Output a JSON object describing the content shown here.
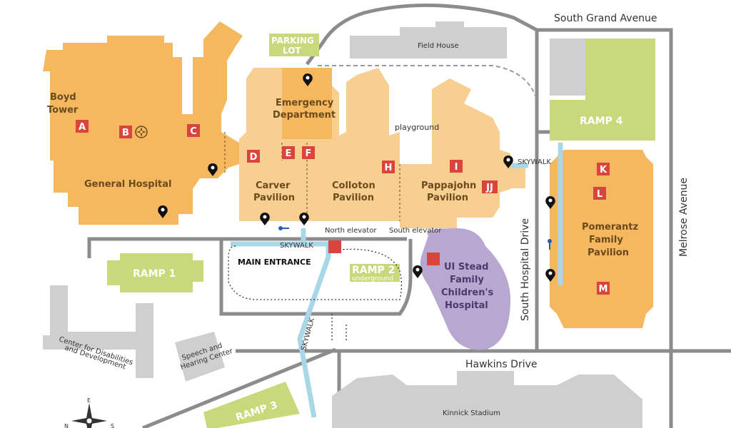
{
  "streets": {
    "south_grand_avenue": "South Grand Avenue",
    "melrose_avenue": "Melrose Avenue",
    "south_hospital_drive": "South Hospital Drive",
    "hawkins_drive": "Hawkins Drive"
  },
  "buildings": {
    "boyd_tower": [
      "Boyd",
      "Tower"
    ],
    "general_hospital": "General Hospital",
    "emergency_department": [
      "Emergency",
      "Department"
    ],
    "carver_pavilion": [
      "Carver",
      "Pavilion"
    ],
    "colloton_pavilion": [
      "Colloton",
      "Pavilion"
    ],
    "pappajohn_pavilion": [
      "Pappajohn",
      "Pavilion"
    ],
    "pomerantz_family_pavilion": [
      "Pomerantz",
      "Family",
      "Pavilion"
    ],
    "ui_stead": [
      "UI Stead",
      "Family",
      "Children's",
      "Hospital"
    ],
    "field_house": "Field House",
    "kinnick_stadium": "Kinnick Stadium",
    "center_disabilities": [
      "Center for Disabilities",
      "and Development"
    ],
    "speech_hearing": [
      "Speech and",
      "Hearing Center"
    ]
  },
  "parking": {
    "parking_lot": [
      "PARKING",
      "LOT"
    ],
    "ramp1": "RAMP 1",
    "ramp2": "RAMP 2",
    "ramp2_sub": "underground",
    "ramp3": "RAMP 3",
    "ramp4": "RAMP 4"
  },
  "labels": {
    "playground": "playground",
    "skywalk": "SKYWALK",
    "main_entrance": "MAIN ENTRANCE",
    "north_elevator": "North elevator",
    "south_elevator": "South elevator"
  },
  "elevator_letters": [
    "A",
    "B",
    "C",
    "D",
    "E",
    "F",
    "H",
    "I",
    "JJ",
    "K",
    "L",
    "M"
  ],
  "compass": [
    "N",
    "E",
    "S"
  ],
  "colors": {
    "hospital": "#f5b85f",
    "pavilion": "#f7cf90",
    "childrens": "#b7a8d2",
    "ramp": "#c7d97a",
    "gray_building": "#cfcfcf",
    "road": "#8c8c8c",
    "skywalk": "#a8d8e8",
    "elevator_box": "#d9443c"
  }
}
